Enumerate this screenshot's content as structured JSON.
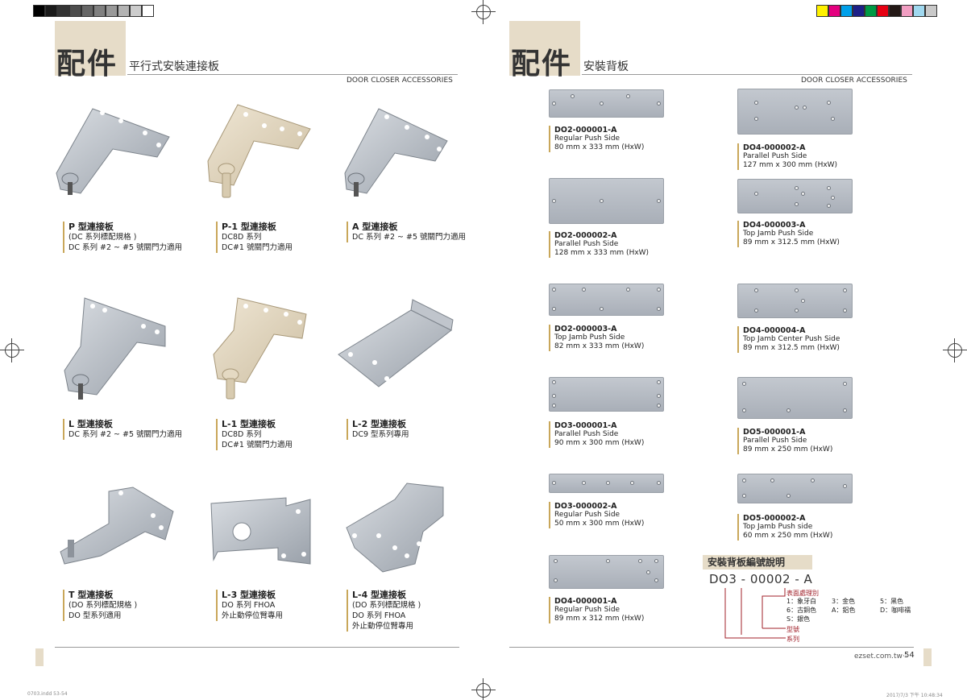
{
  "colors": {
    "beige": "#e6dcc8",
    "gold": "#c9a75a",
    "red": "#a0202a",
    "grays": [
      "#000000",
      "#1a1a1a",
      "#333333",
      "#4d4d4d",
      "#666666",
      "#808080",
      "#999999",
      "#b3b3b3",
      "#cccccc",
      "#ffffff"
    ],
    "process": [
      "#fff100",
      "#e4007f",
      "#00a0e9",
      "#1d2088",
      "#009944",
      "#e60012",
      "#231815",
      "#f19ec2",
      "#a0d8ef",
      "#c9c9c9"
    ]
  },
  "left_page": {
    "title": "配件",
    "subtitle": "平行式安裝連接板",
    "category": "DOOR CLOSER ACCESSORIES",
    "products": [
      {
        "name": "P 型連接板",
        "lines": [
          "(DC 系列標配規格 )",
          "DC 系列 #2 ~ #5 號關門力適用"
        ],
        "icon": "p-type-bracket-icon"
      },
      {
        "name": "P-1 型連接板",
        "lines": [
          "DC8D 系列",
          "DC#1 號關門力適用"
        ],
        "icon": "p1-type-bracket-icon"
      },
      {
        "name": "A 型連接板",
        "lines": [
          "DC 系列 #2 ~ #5 號關門力適用"
        ],
        "icon": "a-type-bracket-icon"
      },
      {
        "name": "L 型連接板",
        "lines": [
          "DC 系列 #2 ~ #5 號關門力適用"
        ],
        "icon": "l-type-bracket-icon"
      },
      {
        "name": "L-1 型連接板",
        "lines": [
          "DC8D 系列",
          "DC#1 號關門力適用"
        ],
        "icon": "l1-type-bracket-icon"
      },
      {
        "name": "L-2 型連接板",
        "lines": [
          "DC9 型系列專用"
        ],
        "icon": "l2-type-bracket-icon"
      },
      {
        "name": "T 型連接板",
        "lines": [
          "(DO 系列標配規格 )",
          "DO 型系列適用"
        ],
        "icon": "t-type-bracket-icon"
      },
      {
        "name": "L-3 型連接板",
        "lines": [
          "DO 系列 FHOA",
          "外止動停位臂專用"
        ],
        "icon": "l3-type-bracket-icon"
      },
      {
        "name": "L-4 型連接板",
        "lines": [
          "(DO 系列標配規格 )",
          "DO 系列 FHOA",
          "外止動停位臂專用"
        ],
        "icon": "l4-type-bracket-icon"
      }
    ],
    "footer_file": "0703.indd   53-54"
  },
  "right_page": {
    "title": "配件",
    "subtitle": "安裝背板",
    "category": "DOOR CLOSER ACCESSORIES",
    "plates": [
      {
        "code": "DO2-000001-A",
        "desc": "Regular Push Side",
        "size": "80 mm x 333 mm (HxW)"
      },
      {
        "code": "DO4-000002-A",
        "desc": "Parallel Push Side",
        "size": "127 mm x 300 mm (HxW)"
      },
      {
        "code": "DO2-000002-A",
        "desc": "Parallel Push Side",
        "size": "128 mm x 333 mm (HxW)"
      },
      {
        "code": "DO4-000003-A",
        "desc": "Top Jamb Push Side",
        "size": "89 mm x 312.5 mm (HxW)"
      },
      {
        "code": "DO2-000003-A",
        "desc": "Top Jamb Push Side",
        "size": "82 mm x 333 mm (HxW)"
      },
      {
        "code": "DO4-000004-A",
        "desc": "Top Jamb Center Push Side",
        "size": "89 mm x 312.5 mm (HxW)"
      },
      {
        "code": "DO3-000001-A",
        "desc": "Parallel Push Side",
        "size": "90 mm x 300 mm (HxW)"
      },
      {
        "code": "DO5-000001-A",
        "desc": "Parallel Push Side",
        "size": "89 mm x 250 mm (HxW)"
      },
      {
        "code": "DO3-000002-A",
        "desc": "Regular Push Side",
        "size": "50 mm x 300 mm (HxW)"
      },
      {
        "code": "DO5-000002-A",
        "desc": "Top Jamb Push side",
        "size": "60 mm x 250 mm (HxW)"
      },
      {
        "code": "DO4-000001-A",
        "desc": "Regular Push Side",
        "size": "89 mm x 312 mm (HxW)"
      }
    ],
    "legend": {
      "heading": "安裝背板編號說明",
      "example": "DO3 - 00002 - A",
      "finish_label": "表面處理別",
      "finishes": [
        "1：象牙白",
        "3：金色",
        "5：黑色",
        "6：古銅色",
        "A：鋁色",
        "D：咖啡襦",
        "S：銀色"
      ],
      "model_label": "型號",
      "series_label": "系列"
    },
    "page_ref": "ezset.com.tw‧‧‧",
    "page_number": "54",
    "footer_date": "2017/7/3   下午 10:48:34"
  }
}
